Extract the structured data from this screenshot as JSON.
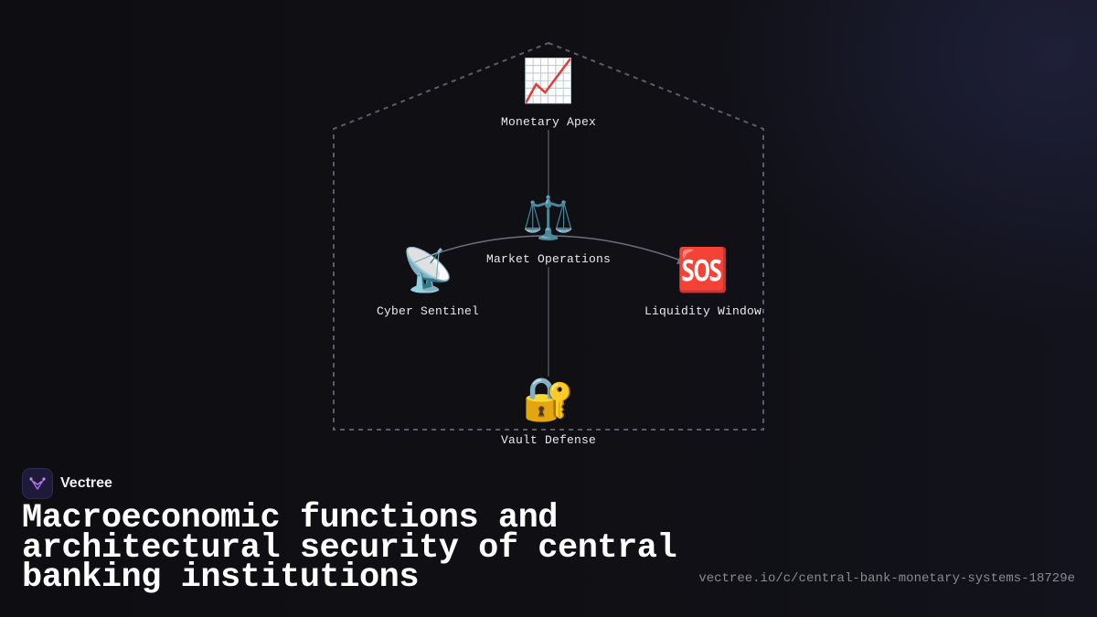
{
  "diagram": {
    "nodes": [
      {
        "id": "apex",
        "icon": "📈",
        "icon_name": "chart-increasing-icon",
        "label": "Monetary Apex"
      },
      {
        "id": "market",
        "icon": "⚖️",
        "icon_name": "balance-scale-icon",
        "label": "Market Operations"
      },
      {
        "id": "cyber",
        "icon": "📡",
        "icon_name": "satellite-antenna-icon",
        "label": "Cyber Sentinel"
      },
      {
        "id": "liquidity",
        "icon": "🆘",
        "icon_name": "sos-icon",
        "label": "Liquidity Window"
      },
      {
        "id": "vault",
        "icon": "🔐",
        "icon_name": "locked-with-key-icon",
        "label": "Vault Defense"
      }
    ],
    "edges": [
      {
        "from": "apex",
        "to": "market"
      },
      {
        "from": "market",
        "to": "vault"
      },
      {
        "from": "market",
        "to": "cyber"
      },
      {
        "from": "market",
        "to": "liquidity"
      }
    ],
    "colors": {
      "frame": "#5a5d6e",
      "edge": "#6b6f80",
      "background": "#0f0f13"
    }
  },
  "brand": {
    "name": "Vectree",
    "logo_icon": "vectree-logo-icon",
    "logo_color": "#a86be8"
  },
  "title": "Macroeconomic functions and architectural security of central banking institutions",
  "url": "vectree.io/c/central-bank-monetary-systems-18729e"
}
